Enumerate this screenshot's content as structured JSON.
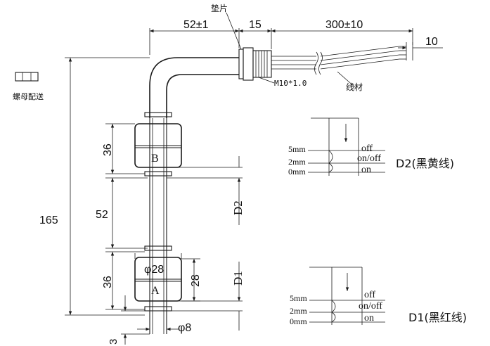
{
  "labels": {
    "nut_note": "螺母配送",
    "gasket": "垫片",
    "dim_52_1": "52±1",
    "dim_15": "15",
    "dim_300_10": "300±10",
    "dim_10": "10",
    "thread": "M10*1.0",
    "wire": "线材",
    "dim_36_top": "36",
    "float_b": "B",
    "dim_52": "52",
    "dim_165": "165",
    "dim_d2": "D2",
    "dia_28": "φ28",
    "float_a": "A",
    "dim_28": "28",
    "dim_36_bottom": "36",
    "dim_d1": "D1",
    "dia_8": "φ8",
    "dim_3": "3"
  },
  "d2_table": {
    "rows": [
      {
        "left": "5mm",
        "right": "off"
      },
      {
        "left": "2mm",
        "right": "on/off"
      },
      {
        "left": "0mm",
        "right": "on"
      }
    ],
    "caption": "D2(黑黄线)"
  },
  "d1_table": {
    "rows": [
      {
        "left": "5mm",
        "right": "off"
      },
      {
        "left": "2mm",
        "right": "on/off"
      },
      {
        "left": "0mm",
        "right": "on"
      }
    ],
    "caption": "D1(黑红线)"
  }
}
